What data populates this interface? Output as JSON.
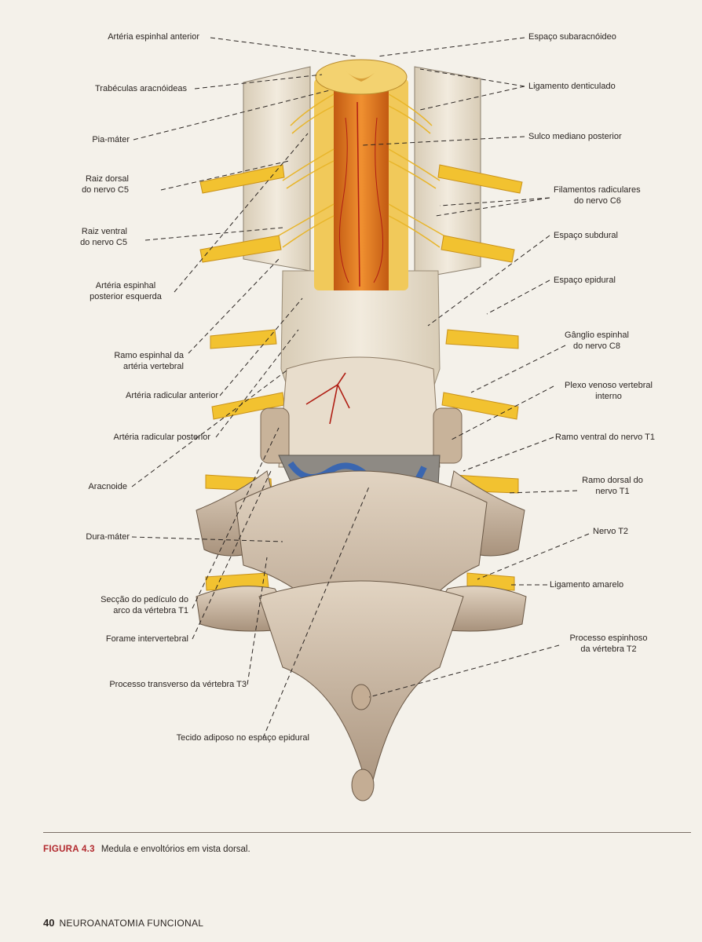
{
  "figure": {
    "labels_left": [
      {
        "id": "arteria-espinhal-anterior",
        "text": "Artéria espinhal anterior"
      },
      {
        "id": "trabeculas-aracnoideas",
        "text": "Trabéculas aracnóideas"
      },
      {
        "id": "pia-mater",
        "text": "Pia-máter"
      },
      {
        "id": "raiz-dorsal-c5",
        "lines": [
          "Raiz dorsal",
          "do nervo C5"
        ]
      },
      {
        "id": "raiz-ventral-c5",
        "lines": [
          "Raiz ventral",
          "do nervo C5"
        ]
      },
      {
        "id": "arteria-espinhal-posterior",
        "lines": [
          "Artéria espinhal",
          "posterior esquerda"
        ]
      },
      {
        "id": "ramo-espinhal",
        "lines": [
          "Ramo espinhal da",
          "artéria vertebral"
        ]
      },
      {
        "id": "arteria-radicular-anterior",
        "text": "Artéria radicular anterior"
      },
      {
        "id": "arteria-radicular-posterior",
        "text": "Artéria radicular posterior"
      },
      {
        "id": "aracnoide",
        "text": "Aracnoide"
      },
      {
        "id": "dura-mater",
        "text": "Dura-máter"
      },
      {
        "id": "seccao-pediculo",
        "lines": [
          "Secção do pedículo do",
          "arco da vértebra T1"
        ]
      },
      {
        "id": "forame-intervertebral",
        "text": "Forame intervertebral"
      },
      {
        "id": "processo-transverso",
        "text": "Processo transverso da vértebra T3"
      },
      {
        "id": "tecido-adiposo",
        "text": "Tecido adiposo no espaço epidural"
      }
    ],
    "labels_right": [
      {
        "id": "espaco-subaracnoideo",
        "text": "Espaço subaracnóideo"
      },
      {
        "id": "ligamento-denticulado",
        "text": "Ligamento denticulado"
      },
      {
        "id": "sulco-mediano",
        "text": "Sulco mediano posterior"
      },
      {
        "id": "filamentos-radiculares",
        "lines": [
          "Filamentos radiculares",
          "do nervo C6"
        ]
      },
      {
        "id": "espaco-subdural",
        "text": "Espaço subdural"
      },
      {
        "id": "espaco-epidural",
        "text": "Espaço epidural"
      },
      {
        "id": "ganglio-espinhal",
        "lines": [
          "Gânglio espinhal",
          "do nervo C8"
        ]
      },
      {
        "id": "plexo-venoso",
        "lines": [
          "Plexo venoso vertebral",
          "interno"
        ]
      },
      {
        "id": "ramo-ventral-t1",
        "text": "Ramo ventral do nervo T1"
      },
      {
        "id": "ramo-dorsal-t1",
        "lines": [
          "Ramo dorsal do",
          "nervo T1"
        ]
      },
      {
        "id": "nervo-t2",
        "text": "Nervo T2"
      },
      {
        "id": "ligamento-amarelo",
        "text": "Ligamento amarelo"
      },
      {
        "id": "processo-espinhoso",
        "lines": [
          "Processo espinhoso",
          "da vértebra T2"
        ]
      }
    ]
  },
  "caption": {
    "number": "FIGURA 4.3",
    "text": "Medula e envoltórios em vista dorsal."
  },
  "footer": {
    "page": "40",
    "title": "NEUROANATOMIA FUNCIONAL"
  },
  "colors": {
    "cord": "#e07a1f",
    "nerve": "#f2c230",
    "vessel": "#b01e14",
    "bone": "#cdbda8",
    "dura": "#e6dcc9",
    "vein": "#3a66b0",
    "caption_red": "#b2292e"
  }
}
